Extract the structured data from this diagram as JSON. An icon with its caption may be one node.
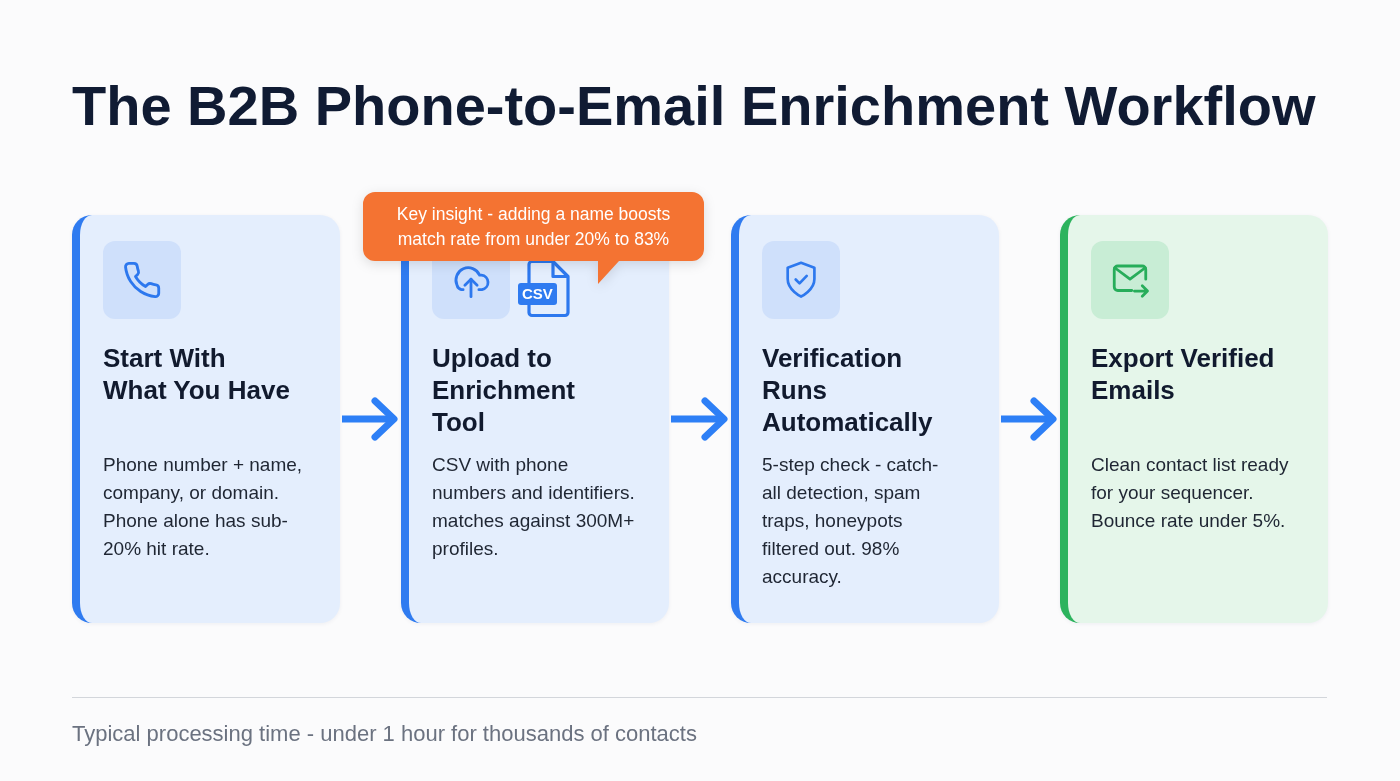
{
  "diagram": {
    "title": "The B2B Phone-to-Email Enrichment Workflow",
    "nodes": [
      {
        "text": [
          "Start With What You Have",
          "Phone number + name, company, or domain. Phone alone has sub-20% hit rate."
        ]
      },
      {
        "text": [
          "Upload to Enrichment Tool",
          "CSV with phone numbers and identifiers. matches against 300M+ profiles."
        ]
      },
      {
        "text": [
          "Verification Runs Automatically",
          "5-step check - catch-all detection, spam traps, honeypots filtered out. 98% accuracy."
        ]
      },
      {
        "text": [
          "Export Verified Emails",
          "Clean contact list ready for your sequencer. Bounce rate under 5%."
        ]
      },
      {
        "text": [
          "Key insight - adding a name boosts match rate from under 20% to 83%"
        ]
      }
    ],
    "edges": [
      {
        "from": 0,
        "to": 1,
        "arrow": "to"
      },
      {
        "from": 1,
        "to": 2,
        "arrow": "to"
      },
      {
        "from": 2,
        "to": 3,
        "arrow": "to"
      }
    ],
    "labels": [
      "CSV"
    ],
    "caption": "Typical processing time - under 1 hour for thousands of contacts"
  }
}
